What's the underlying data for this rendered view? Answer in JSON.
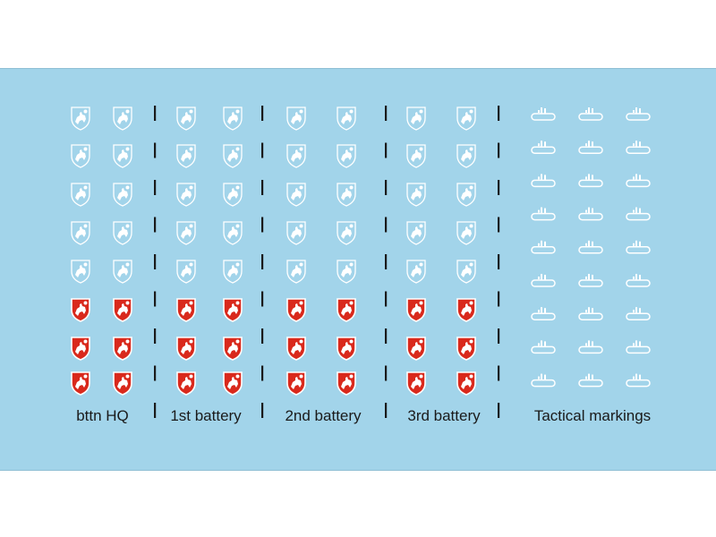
{
  "sheet": {
    "background": "#a2d4ea",
    "groups": [
      {
        "label": "bttn HQ",
        "rows_white": 5,
        "rows_red": 3
      },
      {
        "label": "1st battery",
        "rows_white": 5,
        "rows_red": 3
      },
      {
        "label": "2nd battery",
        "rows_white": 5,
        "rows_red": 3
      },
      {
        "label": "3rd battery",
        "rows_white": 5,
        "rows_red": 3
      },
      {
        "label": "Tactical markings",
        "rows": 9,
        "columns": 3
      }
    ],
    "colors": {
      "shield_red": "#d9291c",
      "shield_white": "#ffffff",
      "divider": "#1a1a1a"
    },
    "icons": [
      "shield-emblem-icon",
      "tactical-marking-icon"
    ]
  }
}
